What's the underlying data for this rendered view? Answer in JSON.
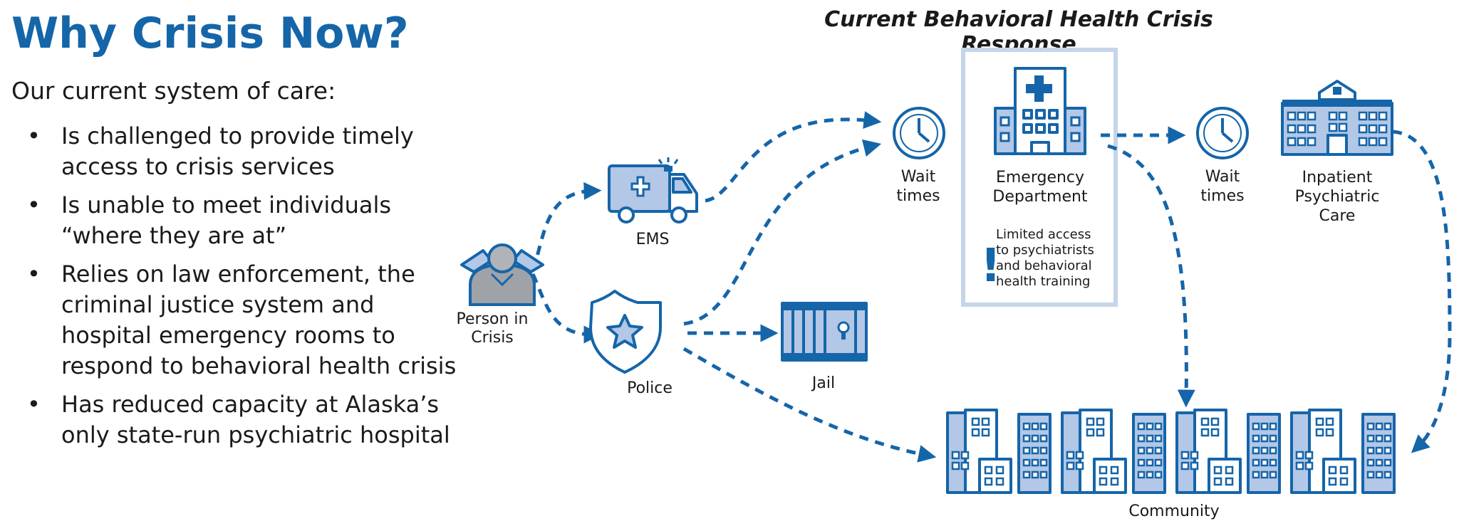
{
  "heading": "Why Crisis Now?",
  "intro": "Our current system of care:",
  "bullets": [
    {
      "line1": "Is challenged to provide timely",
      "line2": "access to crisis services"
    },
    {
      "line1": "Is unable to meet individuals",
      "line2": "“where they are at”"
    },
    {
      "line1": "Relies on law enforcement, the",
      "line2": "criminal justice system and",
      "line3": "hospital emergency rooms to",
      "line4": "respond to behavioral health crisis"
    },
    {
      "line1": "Has reduced capacity at Alaska’s",
      "line2": "only state-run psychiatric hospital"
    }
  ],
  "diagram": {
    "title": "Current Behavioral Health Crisis Response",
    "person": {
      "line1": "Person in",
      "line2": "Crisis"
    },
    "ems": "EMS",
    "police": "Police",
    "jail": "Jail",
    "wait1": {
      "line1": "Wait",
      "line2": "times"
    },
    "ed": {
      "line1": "Emergency",
      "line2": "Department"
    },
    "note": {
      "mark": "!",
      "line1": "Limited access",
      "line2": "to psychiatrists",
      "line3": "and behavioral",
      "line4": "health training"
    },
    "wait2": {
      "line1": "Wait",
      "line2": "times"
    },
    "inpatient": {
      "line1": "Inpatient",
      "line2": "Psychiatric",
      "line3": "Care"
    },
    "community": "Community"
  },
  "colors": {
    "accent": "#1565a9",
    "fill": "#b3c7e6",
    "box": "#c5d5ea"
  },
  "icons": [
    "person-crisis-icon",
    "ambulance-icon",
    "police-badge-icon",
    "jail-icon",
    "clock-icon",
    "hospital-icon",
    "exclamation-icon",
    "psychiatric-hospital-icon",
    "community-buildings-icon"
  ]
}
